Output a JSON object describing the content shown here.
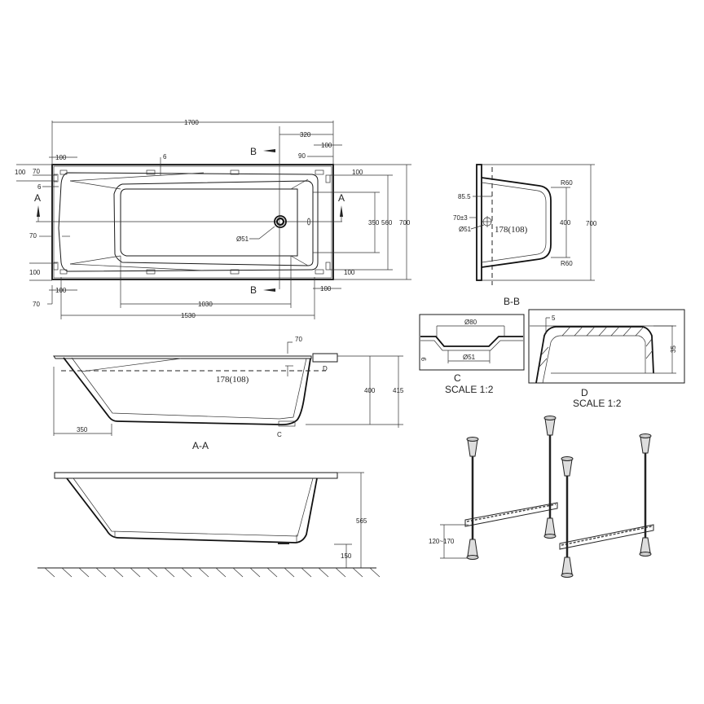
{
  "plan_view": {
    "overall_length": "1700",
    "inner_length": "1530",
    "bottom_length": "1030",
    "drain_offset": "320",
    "right_rim_100": "100",
    "right_rim_90": "90",
    "left_top_100": "100",
    "left_70": "70",
    "left_100_v": "100",
    "left_6": "6",
    "top_6": "6",
    "left_70_mid": "70",
    "left_100_bottom": "100",
    "left_100_bottom_h": "100",
    "left_70_bottom": "70",
    "right_100_top": "100",
    "right_100_bottom": "100",
    "right_100_bottom_h": "100",
    "width_350": "350",
    "width_560": "560",
    "width_700": "700",
    "drain_diameter": "Ø51",
    "section_a_left": "A",
    "section_a_right": "A",
    "section_b_top": "B",
    "section_b_bottom": "B"
  },
  "section_bb": {
    "label": "B-B",
    "r60_top": "R60",
    "r60_bottom": "R60",
    "dim_400": "400",
    "dim_700": "700",
    "dim_85_5": "85.5",
    "dim_70_3": "70±3",
    "drain_diameter": "Ø51",
    "overflow": "178(108)"
  },
  "detail_c": {
    "label": "C",
    "scale": "SCALE 1:2",
    "dia_80": "Ø80",
    "dia_51": "Ø51",
    "dim_9": "9"
  },
  "detail_d": {
    "label": "D",
    "scale": "SCALE 1:2",
    "dim_5": "5",
    "dim_35": "35"
  },
  "section_aa": {
    "label": "A-A",
    "dim_70": "70",
    "detail_d_ref": "D",
    "detail_c_ref": "C",
    "overflow": "178(108)",
    "dim_400": "400",
    "dim_415": "415",
    "dim_350": "350"
  },
  "side_view": {
    "dim_565": "565",
    "dim_150": "150"
  },
  "legs": {
    "height_range": "120~170"
  }
}
